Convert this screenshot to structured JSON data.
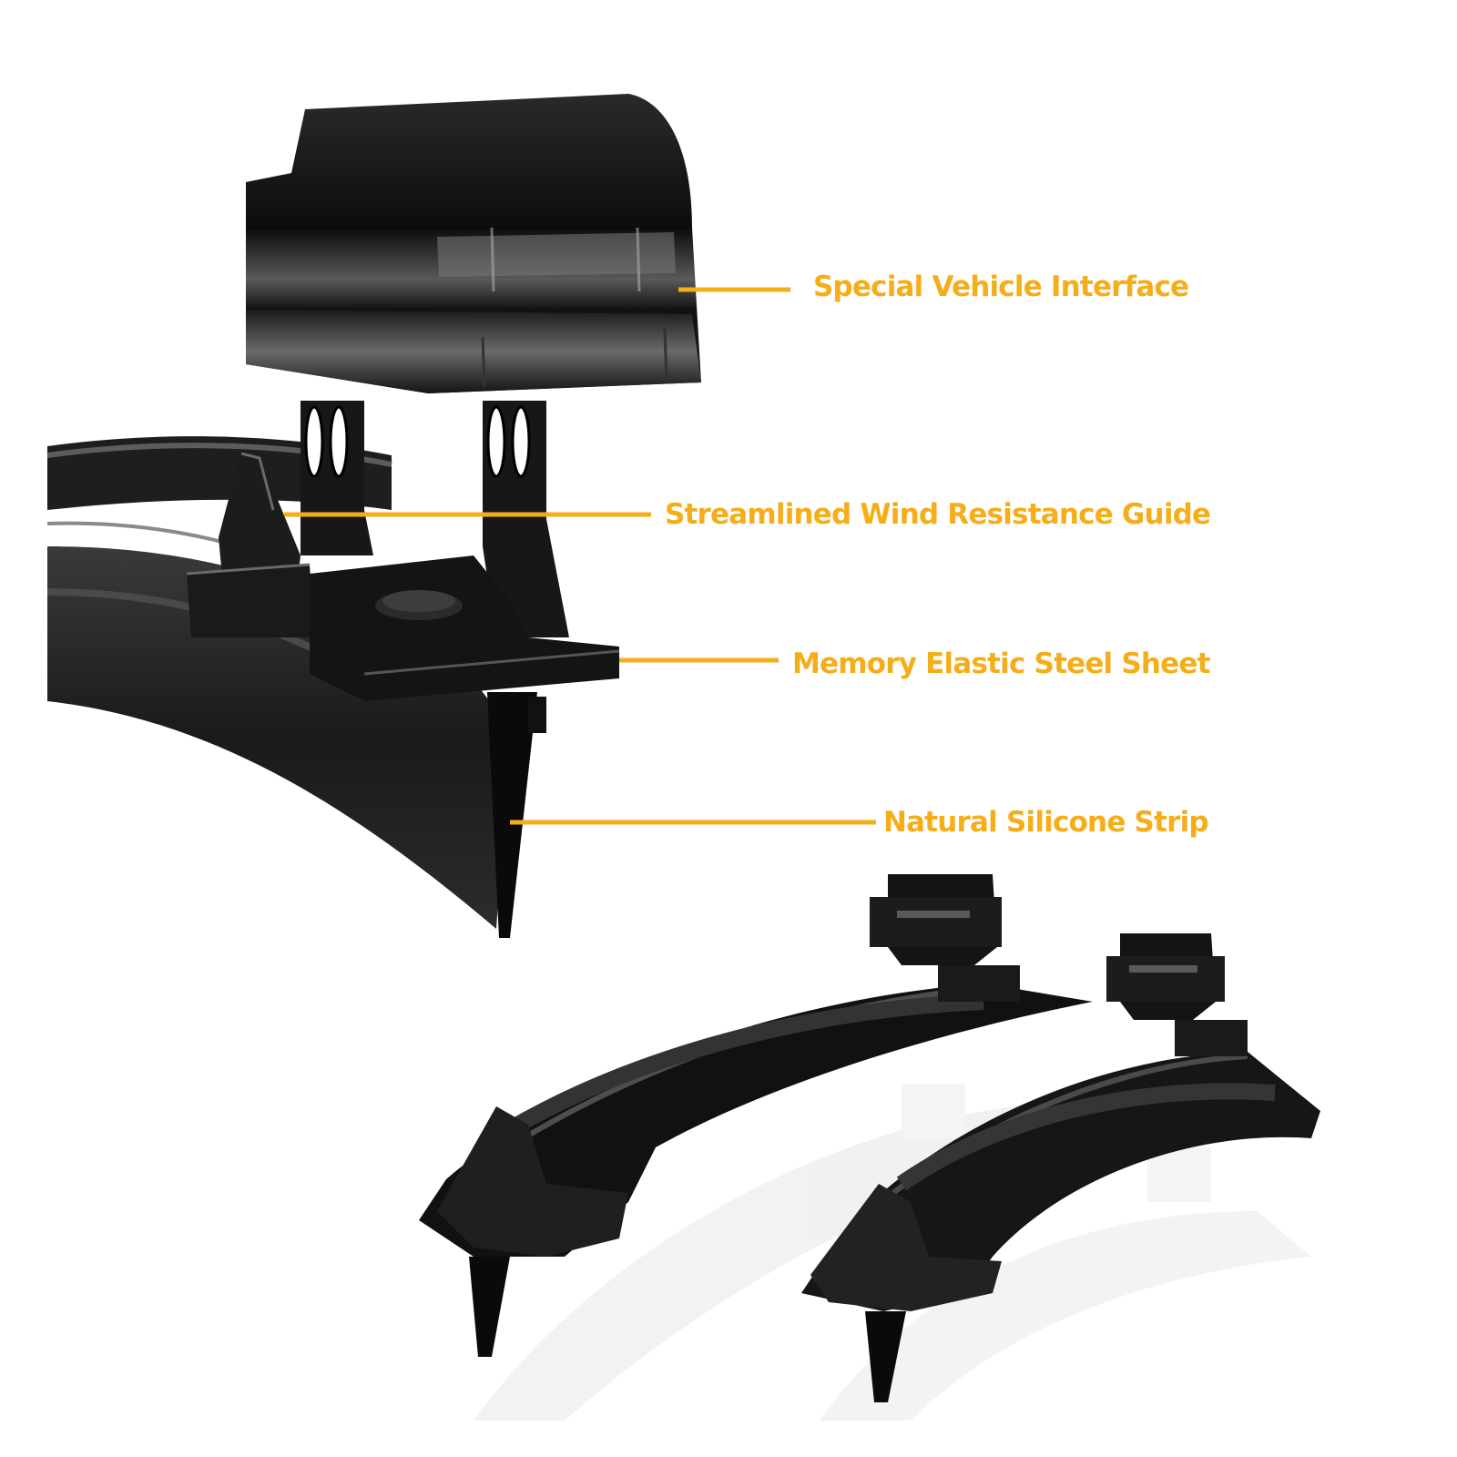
{
  "labels": {
    "vehicle_interface": "Special Vehicle Interface",
    "wind_guide": "Streamlined Wind Resistance Guide",
    "steel_sheet": "Memory Elastic Steel Sheet",
    "silicone_strip": "Natural Silicone Strip"
  },
  "colors": {
    "accent": "#F5AE1A",
    "product": "#1a1a1a",
    "background": "#ffffff"
  }
}
